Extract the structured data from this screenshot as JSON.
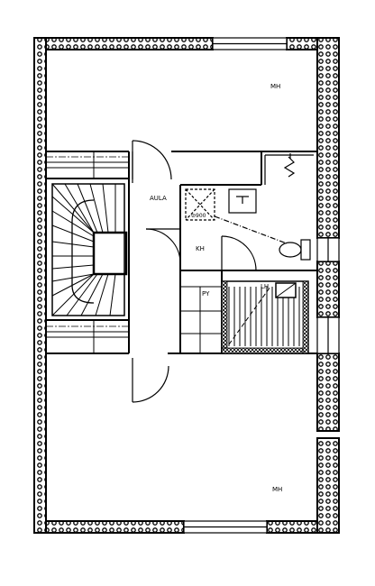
{
  "plan": {
    "labels": {
      "mh_top": "MH",
      "mh_bottom": "MH",
      "aula": "AULA",
      "kh": "KH",
      "py": "PY",
      "lh": "LH",
      "shower": "⊘900"
    },
    "colors": {
      "line": "#000000",
      "background": "#ffffff"
    }
  }
}
